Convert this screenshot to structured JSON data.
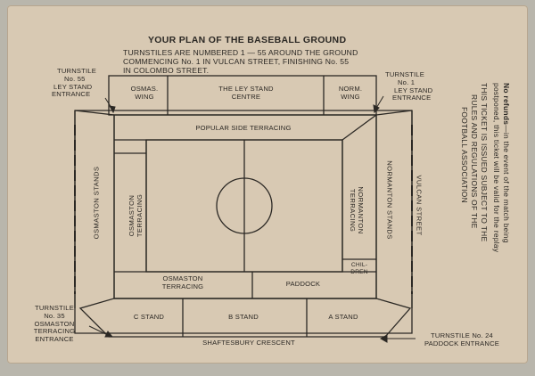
{
  "card": {
    "title": "YOUR PLAN OF THE BASEBALL GROUND",
    "intro_lines": [
      "TURNSTILES ARE NUMBERED 1 — 55 AROUND THE GROUND",
      "COMMENCING No. 1 IN VULCAN STREET, FINISHING No. 55",
      "IN COLOMBO STREET."
    ]
  },
  "labels": {
    "turnstile_55_lines": [
      "TURNSTILE",
      "No. 55",
      "LEY STAND",
      "ENTRANCE"
    ],
    "turnstile_1_lines": [
      "TURNSTILE",
      "No. 1",
      "LEY STAND",
      "ENTRANCE"
    ],
    "turnstile_35_lines": [
      "TURNSTILE",
      "No. 35",
      "OSMASTON",
      "TERRACING",
      "ENTRANCE"
    ],
    "turnstile_24_lines": [
      "TURNSTILE No. 24",
      "PADDOCK ENTRANCE"
    ],
    "osmas_wing_lines": [
      "OSMAS.",
      "WING"
    ],
    "ley_stand_centre_lines": [
      "THE LEY STAND",
      "CENTRE"
    ],
    "norm_wing_lines": [
      "NORM.",
      "WING"
    ],
    "popular_side": "POPULAR SIDE TERRACING",
    "osmaston_stands": "OSMASTON STANDS",
    "osmaston_terracing_vertical": "OSMASTON TERRACING",
    "normanton_terracing": "NORMANTON TERRACING",
    "normanton_stands": "NORMANTON STANDS",
    "vulcan_street": "VULCAN STREET",
    "children_lines": [
      "CHIL-",
      "DREN"
    ],
    "osmaston_terracing_lines": [
      "OSMASTON",
      "TERRACING"
    ],
    "paddock": "PADDOCK",
    "c_stand": "C STAND",
    "b_stand": "B STAND",
    "a_stand": "A STAND",
    "shaftesbury_crescent": "SHAFTESBURY CRESCENT"
  },
  "side_text": {
    "no_refunds_bold": "No refunds",
    "no_refunds_rest": "—in the event of the match being",
    "line2": "postponed, this ticket will be valid for the replay",
    "line3": "THIS TICKET IS ISSUED SUBJECT TO THE",
    "line4": "RULES AND REGULATIONS OF THE",
    "line5": "FOOTBALL ASSOCIATION"
  }
}
